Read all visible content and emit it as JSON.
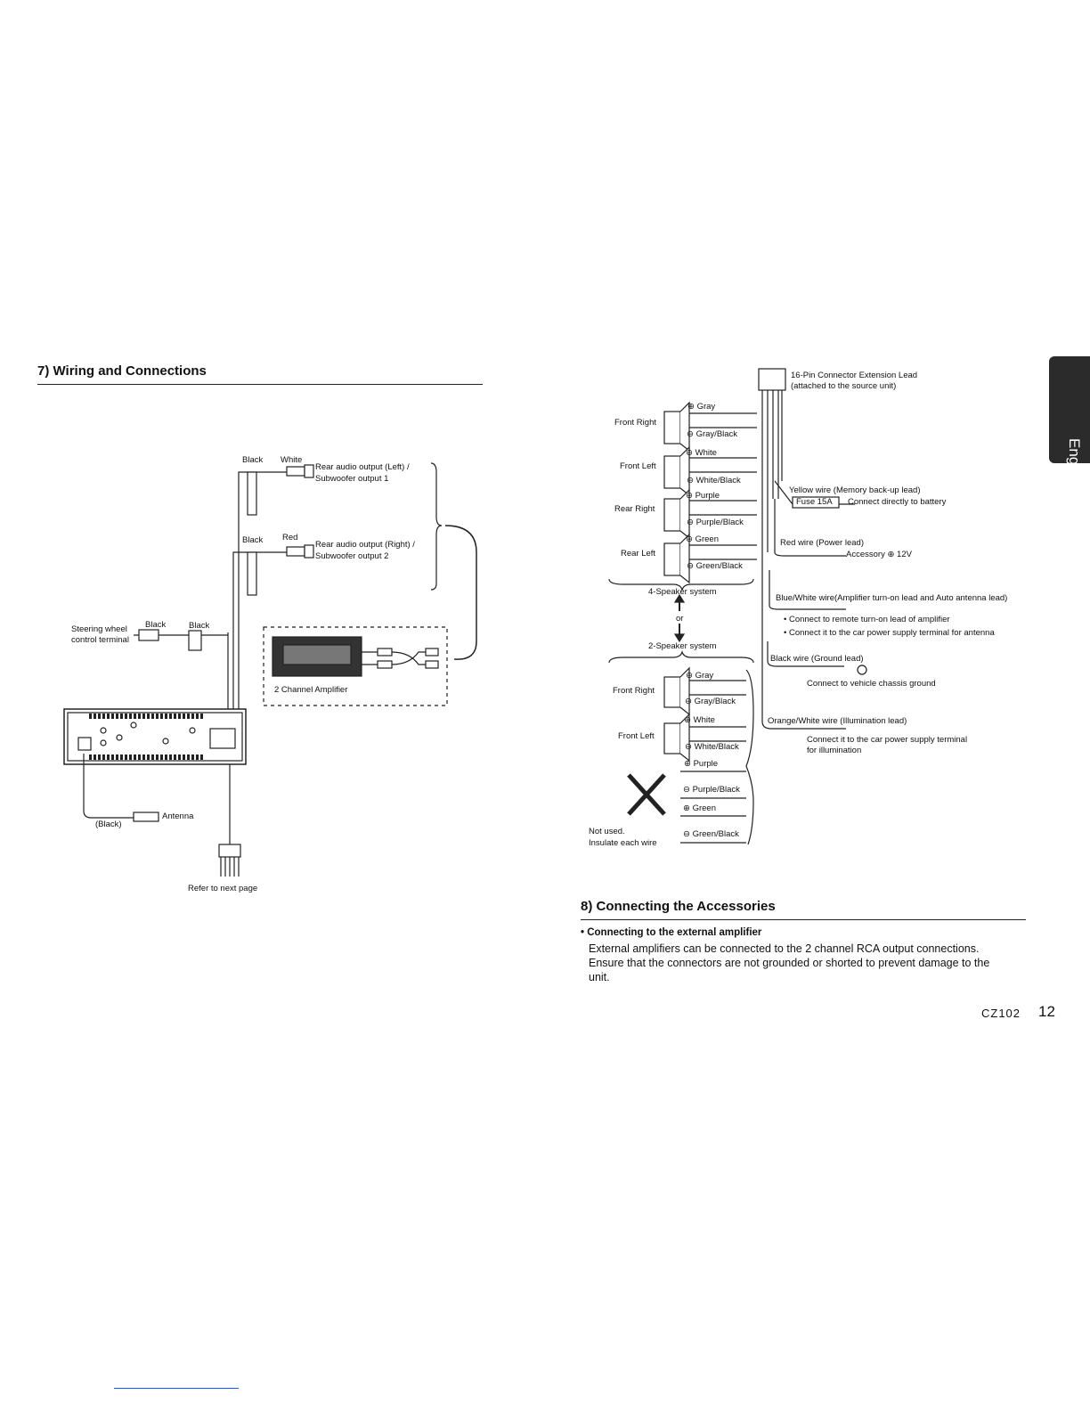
{
  "left": {
    "title": "7) Wiring and Connections",
    "wires": {
      "black1": "Black",
      "white": "White",
      "rear_left": "Rear audio output (Left) /",
      "sub1": "Subwoofer output 1",
      "black2": "Black",
      "red": "Red",
      "rear_right": "Rear audio output (Right) /",
      "sub2": "Subwoofer output 2",
      "steering1": "Steering wheel",
      "steering2": "control terminal",
      "black3": "Black",
      "black4": "Black",
      "amp": "2 Channel Amplifier",
      "antenna": "Antenna",
      "antenna_color": "(Black)",
      "refer": "Refer to next page"
    }
  },
  "right": {
    "connector1": "16-Pin Connector Extension Lead",
    "connector2": "(attached to the source unit)",
    "four_speaker": {
      "front_right": "Front Right",
      "front_left": "Front Left",
      "rear_right": "Rear Right",
      "rear_left": "Rear Left",
      "gray_pos": "⊕ Gray",
      "gray_neg": "⊖ Gray/Black",
      "white_pos": "⊕ White",
      "white_neg": "⊖ White/Black",
      "purple_pos": "⊕ Purple",
      "purple_neg": "⊖ Purple/Black",
      "green_pos": "⊕ Green",
      "green_neg": "⊖ Green/Black",
      "system": "4-Speaker system"
    },
    "or": "or",
    "two_speaker": {
      "system": "2-Speaker system",
      "front_right": "Front Right",
      "front_left": "Front Left",
      "gray_pos": "⊕ Gray",
      "gray_neg": "⊖ Gray/Black",
      "white_pos": "⊕ White",
      "white_neg": "⊖ White/Black",
      "purple_pos": "⊕ Purple",
      "purple_neg": "⊖ Purple/Black",
      "green_pos": "⊕ Green",
      "green_neg": "⊖ Green/Black",
      "not_used": "Not used.",
      "insulate": "Insulate each wire"
    },
    "power": {
      "yellow": "Yellow wire (Memory back-up lead)",
      "fuse": "Fuse 15A",
      "battery": "Connect directly to battery",
      "red": "Red wire (Power lead)",
      "accessory": "Accessory ⊕ 12V",
      "bluewhite": "Blue/White wire(Amplifier turn-on lead and Auto antenna lead)",
      "bw_note1": "• Connect to remote turn-on lead of amplifier",
      "bw_note2": "• Connect it to the car power supply terminal for antenna",
      "black": "Black wire (Ground lead)",
      "ground": "Connect to vehicle chassis ground",
      "orange": "Orange/White wire (Illumination lead)",
      "orange_note1": "Connect it to the car power supply terminal",
      "orange_note2": "for illumination"
    },
    "section8": {
      "title": "8) Connecting the Accessories",
      "bullet": "• Connecting to the external amplifier",
      "line1": "External amplifiers can be connected to the 2 channel RCA output connections.",
      "line2": "Ensure that the connectors are not grounded or shorted to prevent damage to the",
      "line3": "unit."
    }
  },
  "tab": {
    "label": "English"
  },
  "footer": {
    "model": "CZ102",
    "page": "12"
  }
}
